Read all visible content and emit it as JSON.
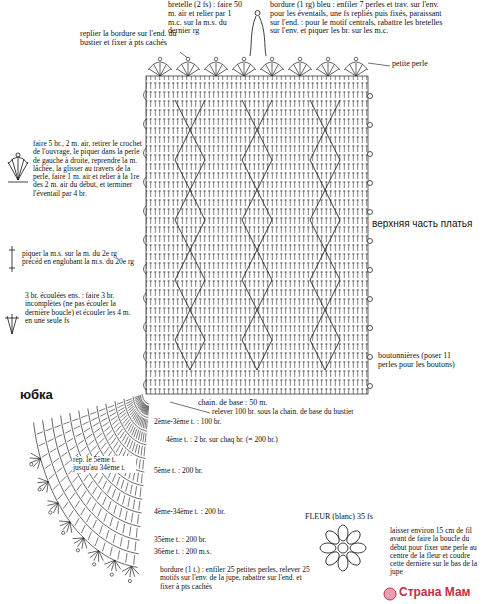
{
  "diagram": {
    "labels": [
      "bretelle (2 fs) : faire 50 m. air et relier par 1 m.c. sur la m.s. du dernier rg",
      "replier la bordure sur l'end. du bustier et fixer à pts cachés",
      "bordure (1 rg) bleu : enfiler 7 perles et trav. sur l'env. pour les éventails, une fs repliés puis fixés, paraissant sur l'end. : pour le motif centrals, rabattre les bretelles sur l'env. et piquer les br. sur les m.c.",
      "petite perle",
      "faire 5 br., 2 m. air, retirer le crochet de l'ouvrage, le piquer dans la perle de gauche à droite, reprendre la m. lâchée, la glisser au travers de la perle, faire 1 m. air et relier à la 1re des 2 m. air du début, et terminer l'éventail par 4 br.",
      "верхняя часть платья",
      "piquer la m.s. sur la m. du 2e rg précéd en englobant la m.s. du 20e rg",
      "3 br. écoulées ens. : faire 3 br. incomplètes (ne pas écouler la dernière boucle) et écouler les 4 m. en une seule fs",
      "boutonnières (poser 11 perles pour les boutons)",
      "chain. de base : 50 m.",
      "юбка",
      "relever 100 br. sous la chain. de base du bustier",
      "2ème-3ème t. : 100 br.",
      "4ème t. : 2 br. sur chaq br. (= 200 br.)",
      "rép. le 5ème t. jusqu'au 34ème t.",
      "5ème t. : 200 br.",
      "4ème-34ème t. : 200 br.",
      "35ème t. : 200 br.",
      "36ème t. : 200 m.s.",
      "FLEUR (blanc) 35 fs",
      "laisser environ 15 cm de fil avant de faire la boucle du début pour fixer une perle au centre de la fleur et coudre cette dernière sur le bas de la jupe",
      "bordure (1 t.) : enfiler 25 petites perles, relever 25 motifs sur l'env. de la jupe, rabattre sur l'end. et fixer à pts cachés",
      "Страна Мам"
    ]
  }
}
